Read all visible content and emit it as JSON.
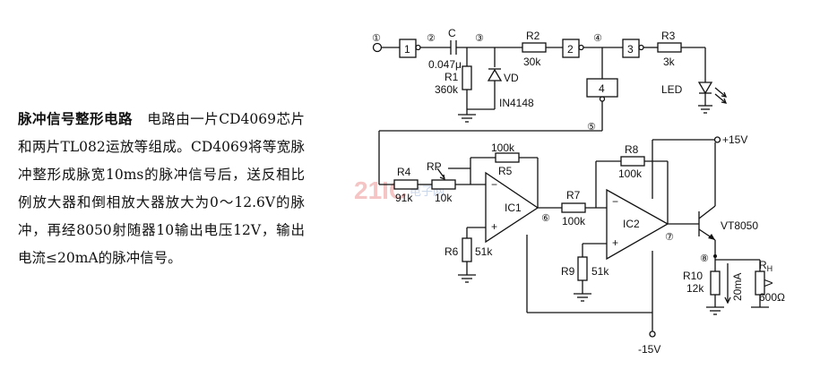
{
  "description": {
    "title": "脉冲信号整形电路",
    "body": "电路由一片CD4069芯片和两片TL082运放等组成。CD4069将等宽脉冲整形成脉宽10ms的脉冲信号后，送反相比例放大器和倒相放大器放大为0～12.6V的脉冲，再经8050射随器10输出电压12V，输出电流≤20mA的脉冲信号。"
  },
  "schematic": {
    "nodes": [
      "①",
      "②",
      "③",
      "④",
      "⑤",
      "⑥",
      "⑦",
      "⑧"
    ],
    "gates": [
      "1",
      "2",
      "3",
      "4"
    ],
    "amps": [
      "IC1",
      "IC2"
    ],
    "components": {
      "c": "C",
      "c_val": "0.047μ",
      "r1": "R1",
      "r1_val": "360k",
      "vd": "VD",
      "vd_part": "IN4148",
      "r2": "R2",
      "r2_val": "30k",
      "r3": "R3",
      "r3_val": "3k",
      "led": "LED",
      "r4": "R4",
      "r4_val": "91k",
      "rp": "RP",
      "rp_val": "10k",
      "r5": "R5",
      "r5_val": "100k",
      "r6": "R6",
      "r6_val": "51k",
      "r7": "R7",
      "r7_val": "100k",
      "r8": "R8",
      "r8_val": "100k",
      "r9": "R9",
      "r9_val": "51k",
      "r10": "R10",
      "r10_val": "12k",
      "q": "VT8050",
      "rh": "R",
      "rh_sub": "H",
      "rh_val": "600Ω",
      "current": "20mA",
      "voltage": "V",
      "vplus": "+15V",
      "vminus": "-15V",
      "minus": "−",
      "plus": "+"
    },
    "watermark": {
      "main": "21IC",
      "sub": "电子网"
    }
  }
}
